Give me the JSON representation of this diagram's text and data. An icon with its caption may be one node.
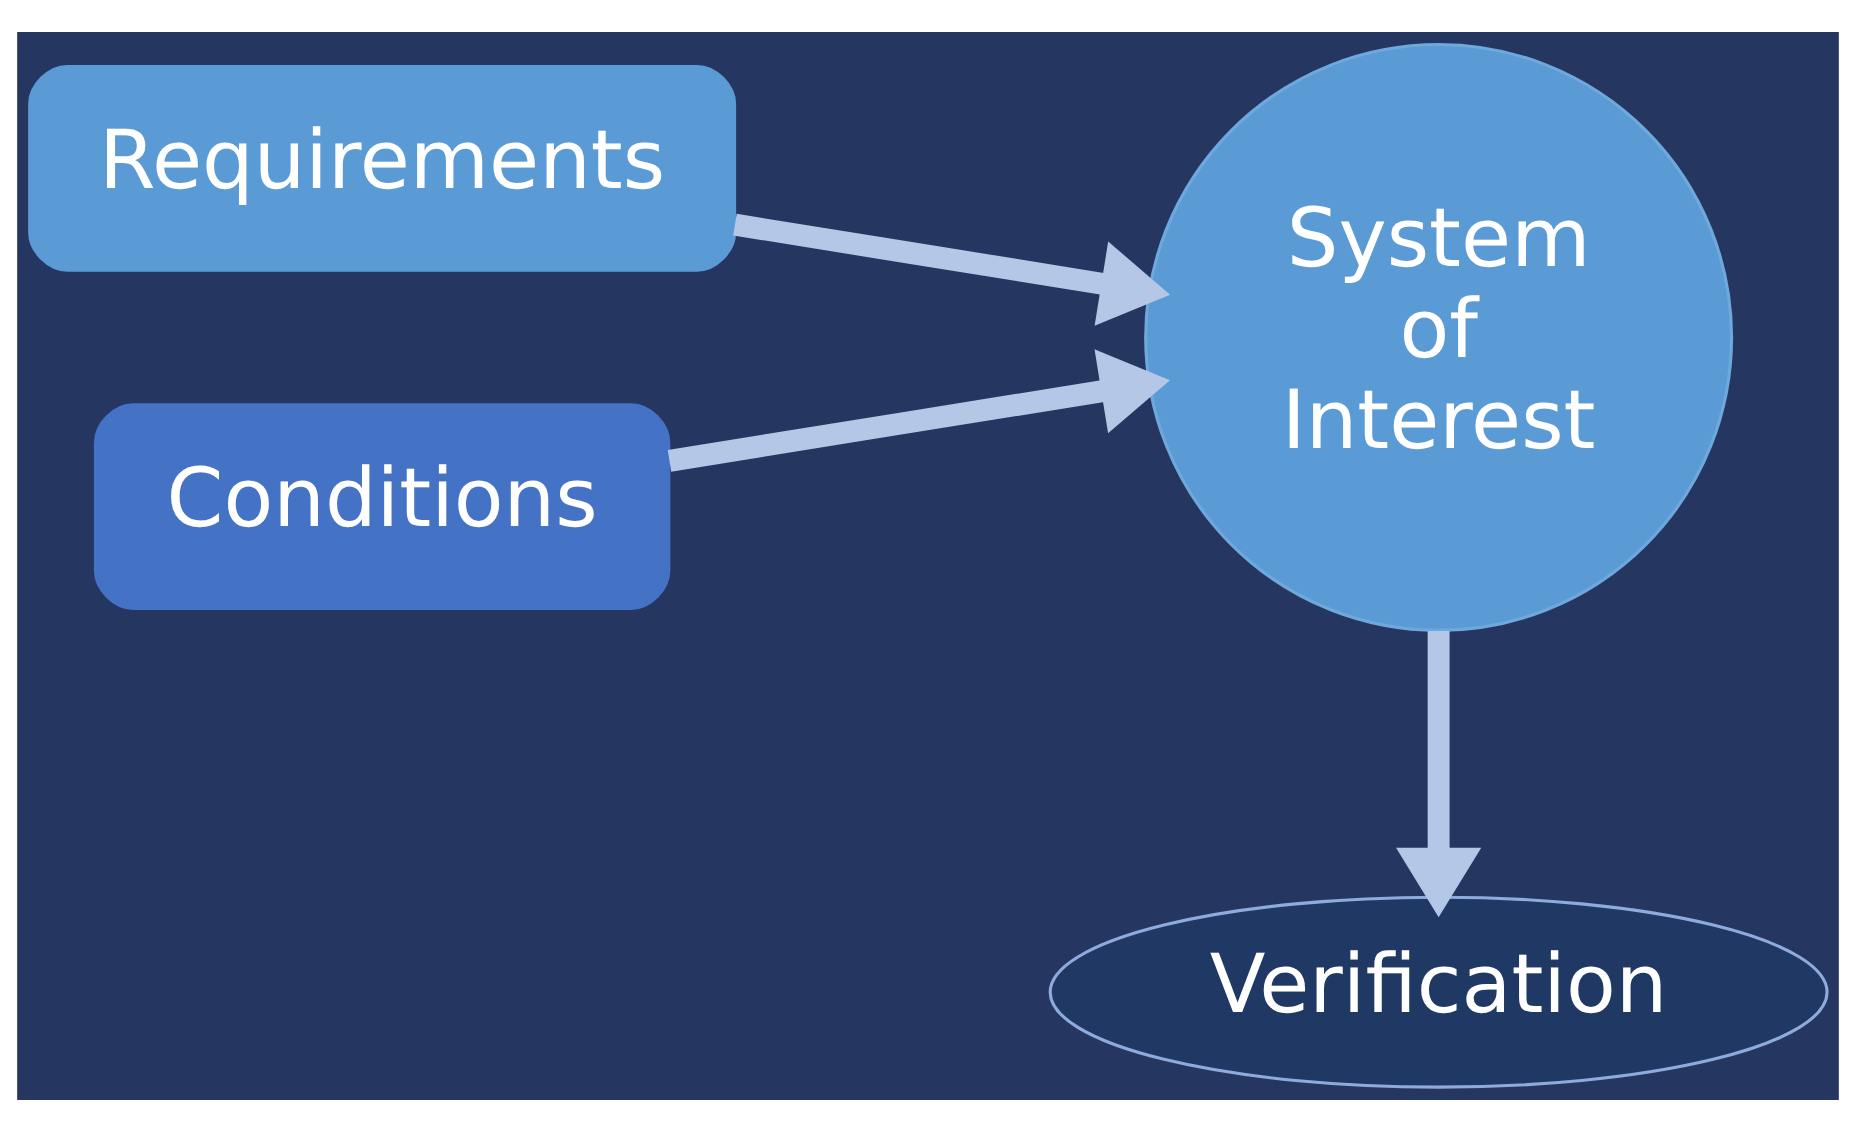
{
  "diagram": {
    "nodes": [
      {
        "text": [
          "Requirements"
        ]
      },
      {
        "text": [
          "Conditions"
        ]
      },
      {
        "text": [
          "System of Interest"
        ]
      },
      {
        "text": [
          "Verification"
        ]
      }
    ],
    "edges": [
      {
        "from": 0,
        "to": 2,
        "arrow": "to"
      },
      {
        "from": 1,
        "to": 2,
        "arrow": "to"
      },
      {
        "from": 2,
        "to": 3,
        "arrow": "to"
      }
    ]
  }
}
